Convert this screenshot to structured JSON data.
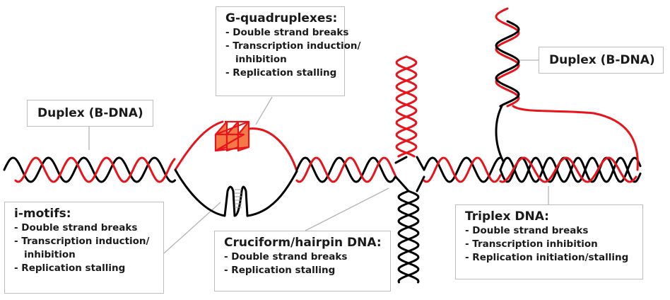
{
  "diagram": {
    "title": "Non-canonical DNA structures and their consequences",
    "colors": {
      "strand_a": "#000000",
      "strand_b": "#e8141b",
      "quadruplex_fill": "#f47a45",
      "connector": "#b4b4b4",
      "box_border": "#bdbdbd"
    },
    "labels": {
      "duplex_left": {
        "title": "Duplex (B-DNA)"
      },
      "duplex_right": {
        "title": "Duplex (B-DNA)"
      },
      "g_quadruplexes": {
        "title": "G-quadruplexes:",
        "items": [
          "- Double strand breaks",
          "- Transcription induction/",
          "inhibition",
          "- Replication stalling"
        ]
      },
      "i_motifs": {
        "title": "i-motifs:",
        "items": [
          "- Double strand breaks",
          "- Transcription induction/",
          "inhibition",
          "- Replication stalling"
        ]
      },
      "cruciform": {
        "title": "Cruciform/hairpin DNA:",
        "items": [
          "- Double strand breaks",
          "- Replication stalling"
        ]
      },
      "triplex": {
        "title": "Triplex DNA:",
        "items": [
          "- Double strand breaks",
          "- Transcription inhibition",
          "- Replication initiation/stalling"
        ]
      }
    }
  }
}
